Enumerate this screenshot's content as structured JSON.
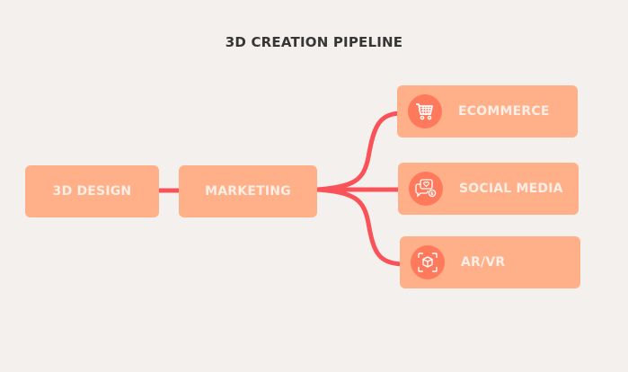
{
  "title": "3D CREATION PIPELINE",
  "colors": {
    "background": "#f3f0ed",
    "node_fill": "#ffb088",
    "icon_circle": "#ff7a5c",
    "connector": "#fa5259",
    "node_text": "#fbeee6",
    "title_text": "#363636"
  },
  "nodes": {
    "design": {
      "label": "3D DESIGN"
    },
    "marketing": {
      "label": "MARKETING"
    },
    "branches": [
      {
        "label": "ECOMMERCE",
        "icon": "shopping-cart-icon"
      },
      {
        "label": "SOCIAL MEDIA",
        "icon": "chat-heart-icon"
      },
      {
        "label": "AR/VR",
        "icon": "cube-scan-icon"
      }
    ]
  },
  "edges": [
    {
      "from": "3D DESIGN",
      "to": "MARKETING"
    },
    {
      "from": "MARKETING",
      "to": "ECOMMERCE"
    },
    {
      "from": "MARKETING",
      "to": "SOCIAL MEDIA"
    },
    {
      "from": "MARKETING",
      "to": "AR/VR"
    }
  ]
}
